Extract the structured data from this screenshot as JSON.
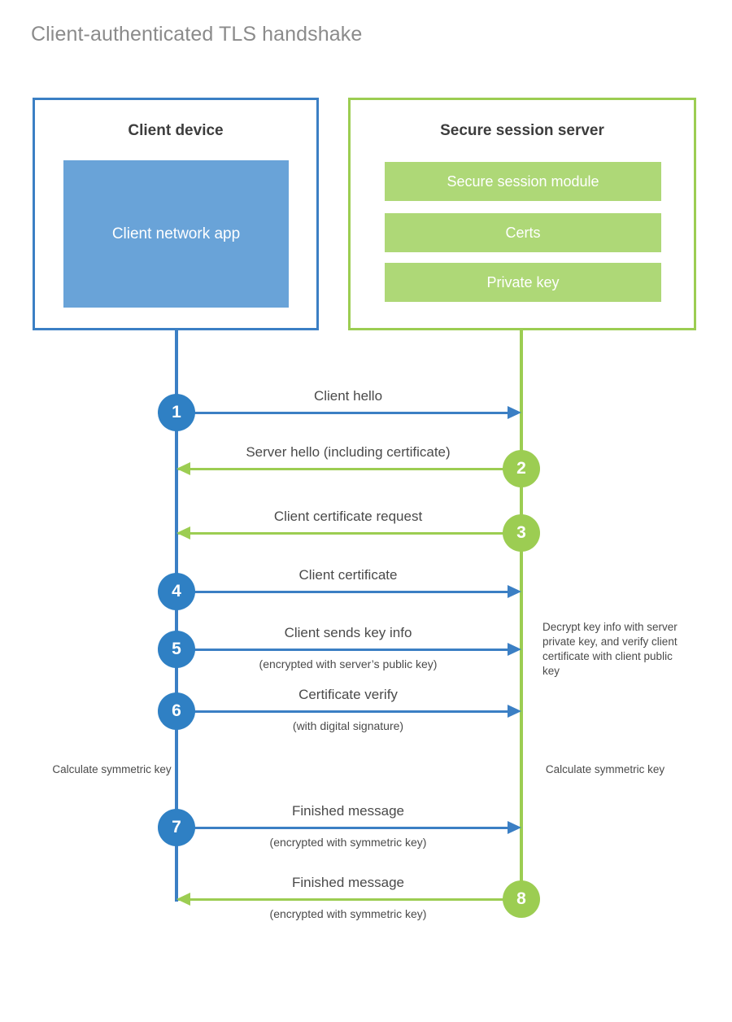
{
  "title": "Client-authenticated TLS handshake",
  "colors": {
    "client_blue": "#3b7fc4",
    "client_badge_blue": "#2f80c4",
    "client_app_fill": "#69a3d8",
    "server_green": "#9ccd52",
    "server_bar_fill": "#aed877",
    "title_gray": "#8b8b8b",
    "text_gray": "#4a4a4a"
  },
  "actors": {
    "client": {
      "title": "Client device",
      "app_label": "Client network app"
    },
    "server": {
      "title": "Secure session server",
      "bars": [
        {
          "label": "Secure session module"
        },
        {
          "label": "Certs"
        },
        {
          "label": "Private key"
        }
      ]
    }
  },
  "steps": [
    {
      "number": "1",
      "direction": "client-to-server",
      "label": "Client hello",
      "sublabel": ""
    },
    {
      "number": "2",
      "direction": "server-to-client",
      "label": "Server hello (including certificate)",
      "sublabel": ""
    },
    {
      "number": "3",
      "direction": "server-to-client",
      "label": "Client certificate request",
      "sublabel": ""
    },
    {
      "number": "4",
      "direction": "client-to-server",
      "label": "Client certificate",
      "sublabel": ""
    },
    {
      "number": "5",
      "direction": "client-to-server",
      "label": "Client sends key info",
      "sublabel": "(encrypted with server’s public key)"
    },
    {
      "number": "6",
      "direction": "client-to-server",
      "label": "Certificate verify",
      "sublabel": "(with digital signature)"
    },
    {
      "number": "7",
      "direction": "client-to-server",
      "label": "Finished message",
      "sublabel": "(encrypted with symmetric key)"
    },
    {
      "number": "8",
      "direction": "server-to-client",
      "label": "Finished message",
      "sublabel": "(encrypted with symmetric key)"
    }
  ],
  "notes": {
    "server_decrypt": "Decrypt key info with server private key, and verify client certificate with client public key",
    "client_symmetric_key": "Calculate symmetric key",
    "server_symmetric_key": "Calculate symmetric key"
  }
}
